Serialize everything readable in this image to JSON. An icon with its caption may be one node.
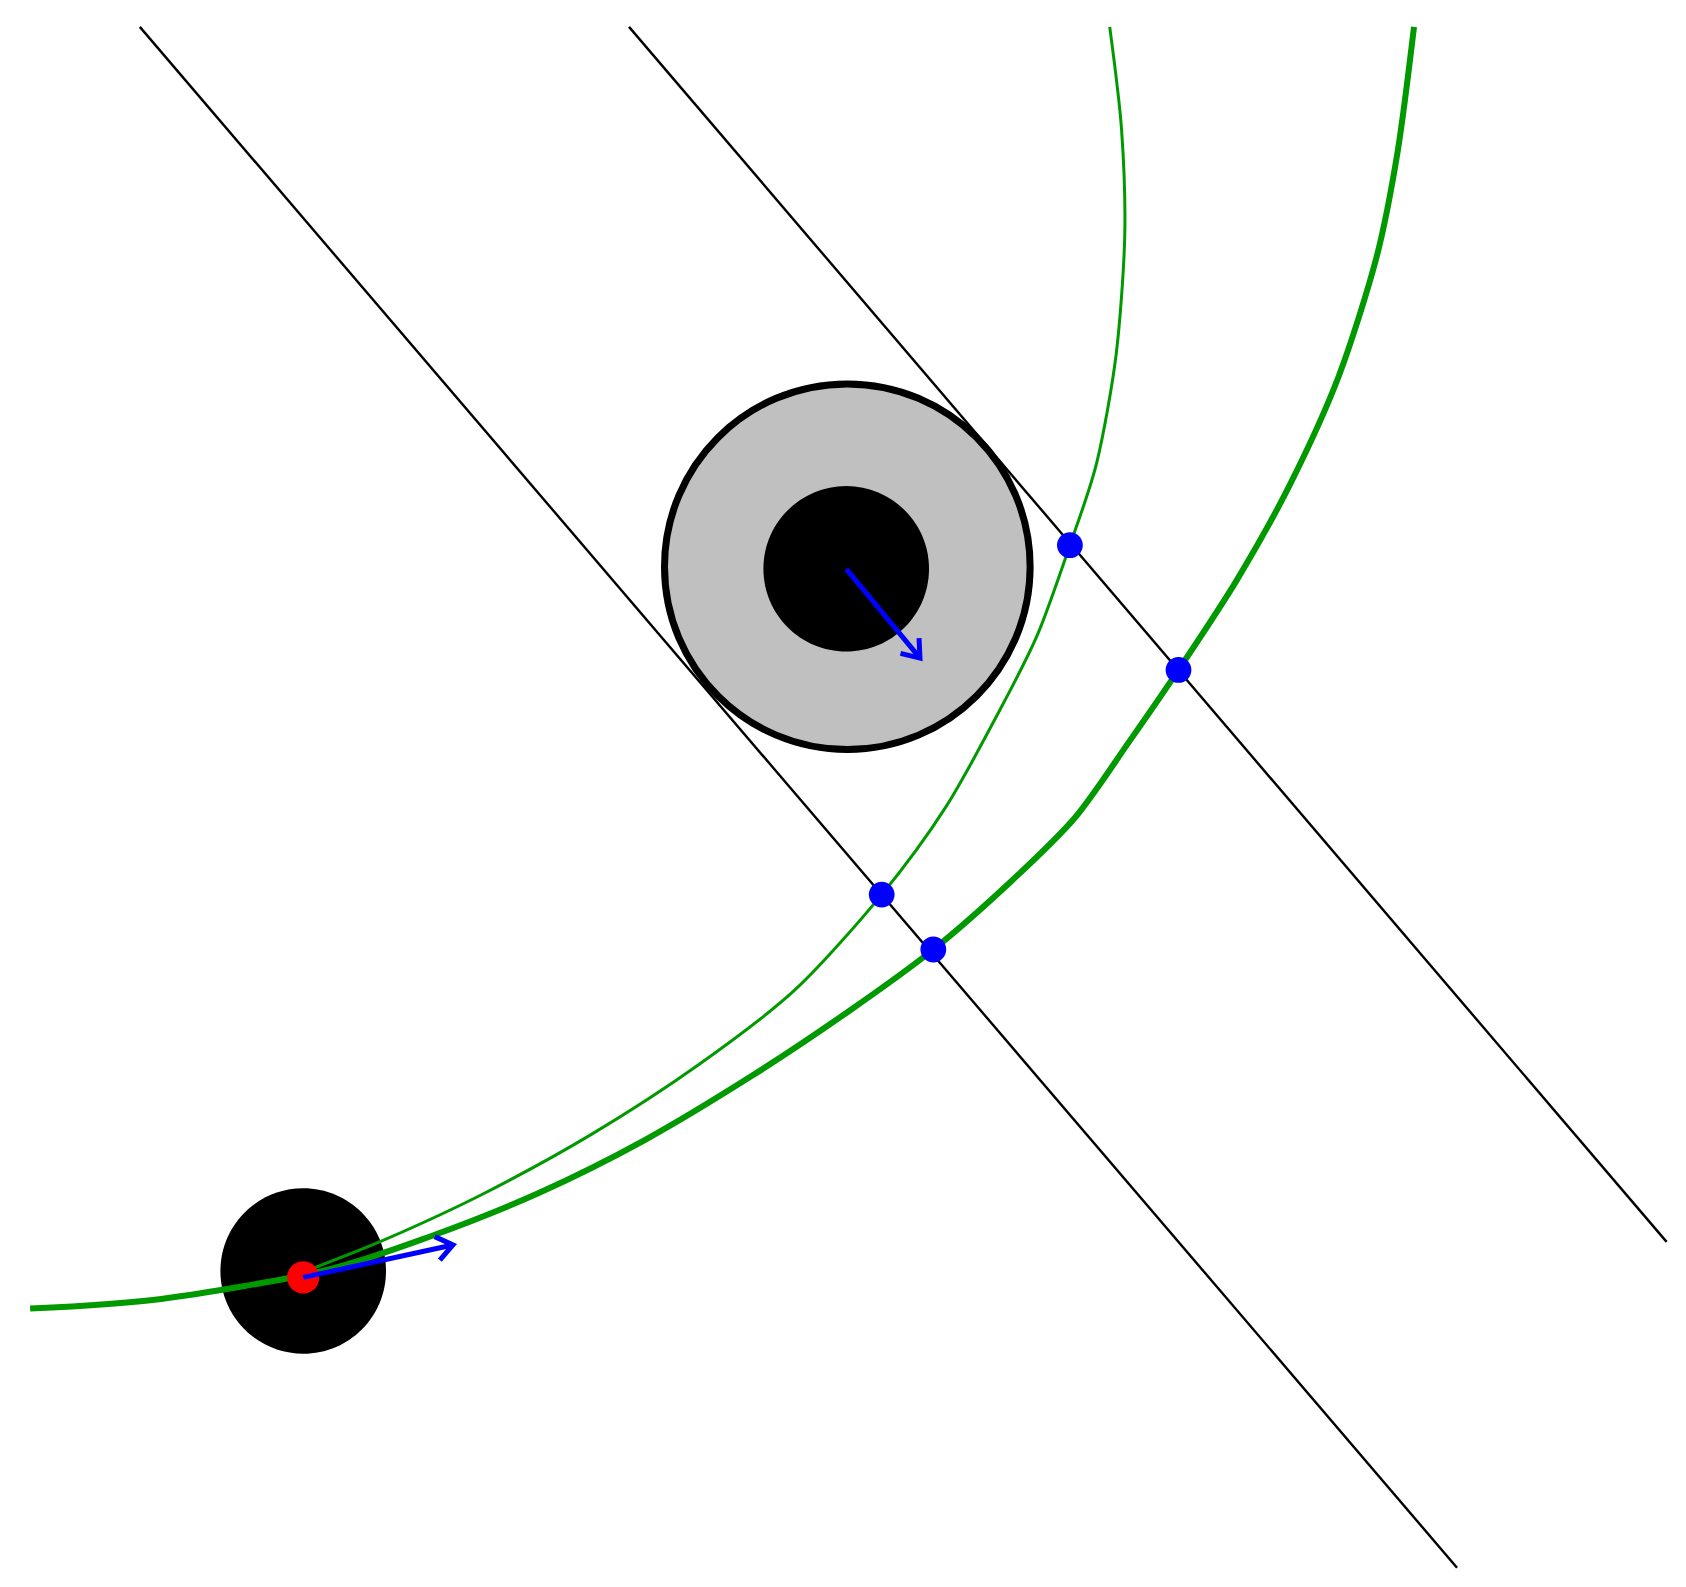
{
  "diagram": {
    "nodes": [
      {
        "text": [],
        "shape": "circle"
      },
      {
        "text": [],
        "shape": "circle",
        "in": 0
      },
      {
        "text": [],
        "shape": "circle"
      },
      {
        "text": [],
        "shape": "circle"
      },
      {
        "text": [],
        "shape": "circle"
      },
      {
        "text": [],
        "shape": "circle"
      },
      {
        "text": [],
        "shape": "circle"
      },
      {
        "text": [],
        "shape": "circle",
        "in": 6
      }
    ],
    "edges": [
      {
        "from": 1,
        "to": null,
        "arrow": "to"
      },
      {
        "from": 7,
        "to": null,
        "arrow": "to"
      }
    ]
  }
}
